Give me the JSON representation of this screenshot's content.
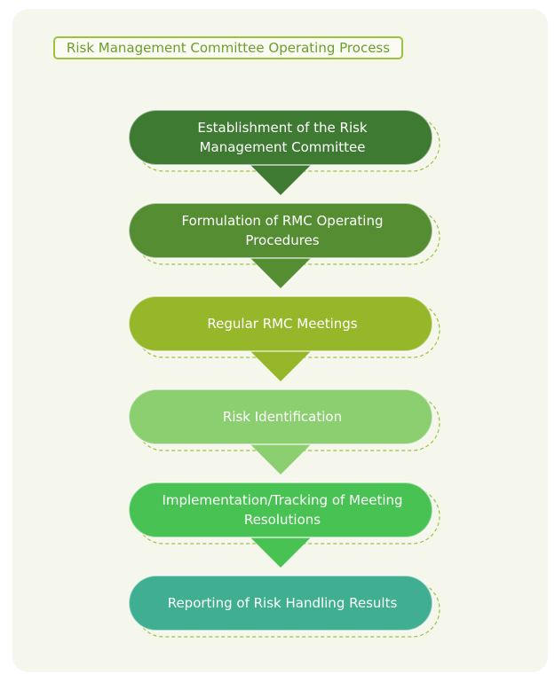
{
  "title": "Risk Management Committee Operating Process",
  "steps": [
    {
      "label": "Establishment of the Risk Management Committee",
      "color": "#3f7a33"
    },
    {
      "label": "Formulation of RMC Operating Procedures",
      "color": "#558d33"
    },
    {
      "label": "Regular RMC Meetings",
      "color": "#96b72a"
    },
    {
      "label": "Risk Identification",
      "color": "#8ccf70"
    },
    {
      "label": "Implementation/Tracking of Meeting Resolutions",
      "color": "#47c253"
    },
    {
      "label": "Reporting of Risk Handling Results",
      "color": "#3fae91"
    }
  ],
  "colors": {
    "panel_background": "#f5f7ed",
    "title_border": "#9cc33f",
    "title_text": "#6d9d2b",
    "dashed_outline": "#9cc33f"
  }
}
